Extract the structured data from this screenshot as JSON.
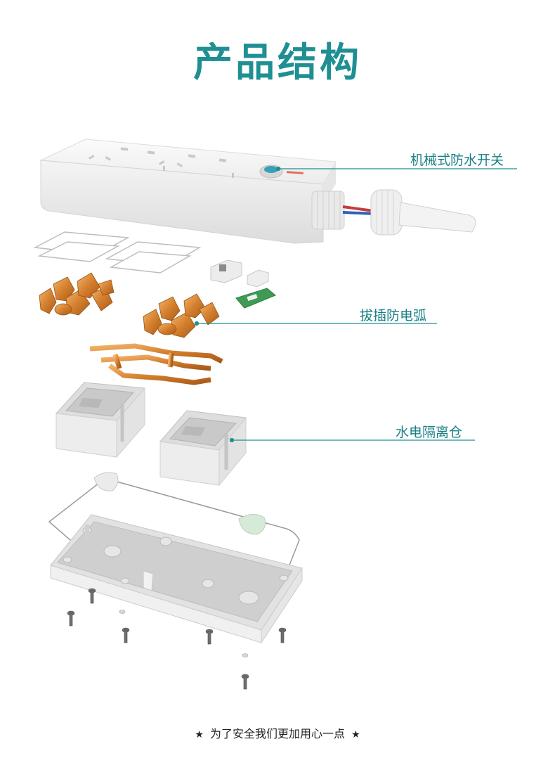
{
  "header": {
    "title": "产品结构"
  },
  "callouts": [
    {
      "id": "switch",
      "label": "机械式防水开关"
    },
    {
      "id": "arc",
      "label": "拔插防电弧"
    },
    {
      "id": "isolation",
      "label": "水电隔离仓"
    }
  ],
  "footer": {
    "star": "★",
    "text": "为了安全我们更加用心一点"
  },
  "colors": {
    "accent": "#1f8f93",
    "copper": "#d9893f",
    "plastic": "#f2f2f2",
    "pcb": "#3f9a55"
  }
}
